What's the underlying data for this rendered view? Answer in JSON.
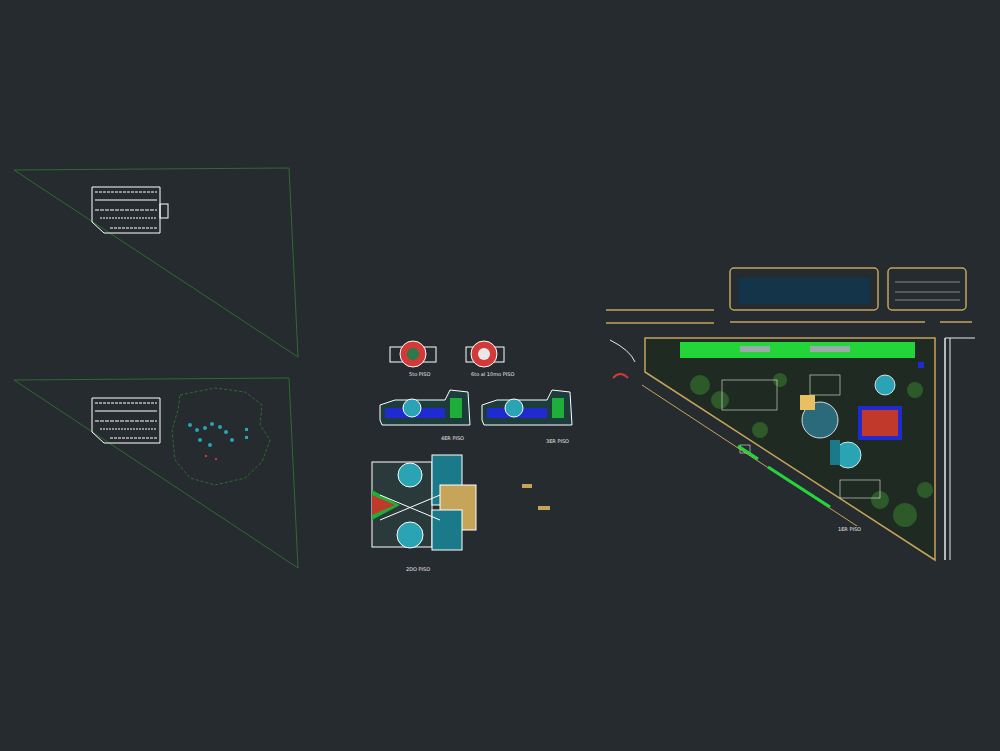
{
  "diagram": {
    "labels": [
      "5to PISO",
      "6to al 10mo PISO",
      "4ER PISO",
      "3ER PISO",
      "2DO PISO",
      "1ER PISO"
    ]
  }
}
